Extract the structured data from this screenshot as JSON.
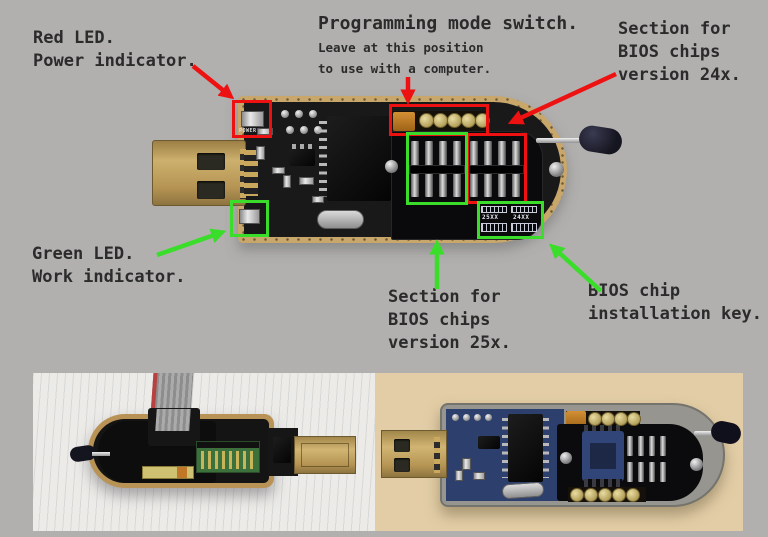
{
  "page": {
    "background": "#b1b0ae"
  },
  "colors": {
    "annotation_red": "#ed1111",
    "annotation_green": "#3bdd2b",
    "text": "#2b2b2b",
    "board_edge_gold": "#c9a66a",
    "pcb_black": "#191919",
    "blue_pcb": "#2d3f6c",
    "photo_left_bg": "#ecebe8",
    "photo_right_bg": "#e2cda6"
  },
  "annotations": {
    "red_led": {
      "lines": [
        "Red LED.",
        "Power indicator."
      ]
    },
    "mode_switch": {
      "title": "Programming mode switch.",
      "lines": [
        "Leave at this position",
        "to use with a computer."
      ]
    },
    "section_24x": {
      "lines": [
        "Section for",
        "BIOS chips",
        "version 24x."
      ]
    },
    "green_led": {
      "lines": [
        "Green LED.",
        "Work indicator."
      ]
    },
    "section_25x": {
      "lines": [
        "Section for",
        "BIOS chips",
        "version 25x."
      ]
    },
    "install_key": {
      "lines": [
        "BIOS chip",
        "installation key."
      ]
    }
  },
  "board": {
    "power_led_label": "POWER",
    "key_labels": {
      "left": "25XX",
      "right": "24XX"
    }
  }
}
